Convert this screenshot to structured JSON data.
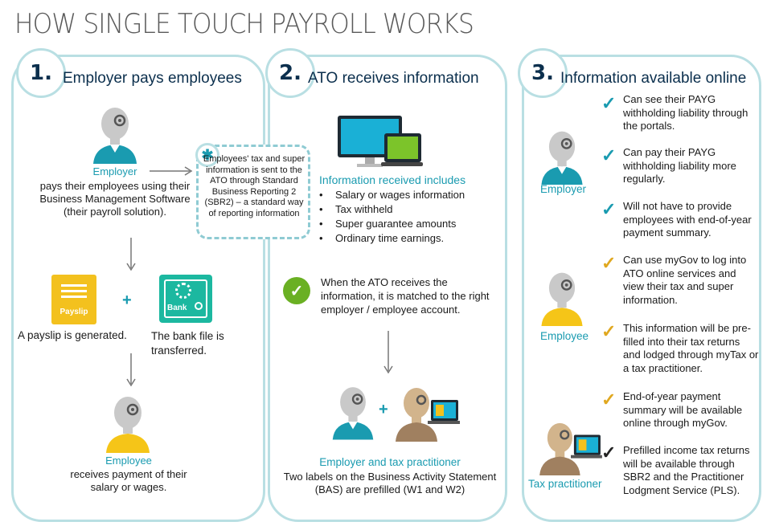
{
  "title": "HOW SINGLE TOUCH PAYROLL WORKS",
  "colors": {
    "teal": "#1a9bb0",
    "border": "#b9dfe3",
    "navy": "#0b2f4d",
    "gold": "#e0a820",
    "green": "#6ab023"
  },
  "step1": {
    "number": "1.",
    "heading": "Employer pays employees",
    "employer_label": "Employer",
    "employer_desc": "pays their employees using their Business Management Software (their payroll solution).",
    "payslip_icon_text": "Payslip",
    "bank_icon_text": "Bank",
    "plus": "+",
    "payslip_caption": "A payslip is generated.",
    "bank_caption": "The bank file is transferred.",
    "employee_label": "Employee",
    "employee_desc": "receives payment of their salary or wages."
  },
  "callout": {
    "icon": "asterisk-icon",
    "text": "Employees' tax and super information is sent to the ATO through Standard Business Reporting 2 (SBR2) – a standard way of reporting information"
  },
  "step2": {
    "number": "2.",
    "heading": "ATO receives information",
    "received_heading": "Information received includes",
    "received_items": [
      "Salary or wages information",
      "Tax withheld",
      "Super guarantee amounts",
      "Ordinary time earnings."
    ],
    "match_text": "When the ATO receives the information, it is matched to the right employer / employee account.",
    "plus": "+",
    "practitioner_label": "Employer and tax practitioner",
    "practitioner_desc": "Two labels on the Business Activity Statement (BAS) are prefilled (W1 and W2)"
  },
  "step3": {
    "number": "3.",
    "heading": "Information available online",
    "employer_label": "Employer",
    "employee_label": "Employee",
    "practitioner_label": "Tax practitioner",
    "items": [
      {
        "text": "Can see their PAYG withholding liability through the portals.",
        "group": "employer"
      },
      {
        "text": "Can pay their PAYG withholding liability more regularly.",
        "group": "employer"
      },
      {
        "text": "Will not have to provide employees with end-of-year payment summary.",
        "group": "employer"
      },
      {
        "text": "Can use myGov to log into ATO online services and view their tax and super information.",
        "group": "employee"
      },
      {
        "text": "This information will be pre-filled into their tax returns and lodged through myTax or a tax practitioner.",
        "group": "employee"
      },
      {
        "text": "End-of-year payment summary will be available online through myGov.",
        "group": "employee"
      },
      {
        "text": "Prefilled income tax returns will be available through SBR2 and the Practitioner Lodgment Service (PLS).",
        "group": "practitioner"
      }
    ]
  }
}
